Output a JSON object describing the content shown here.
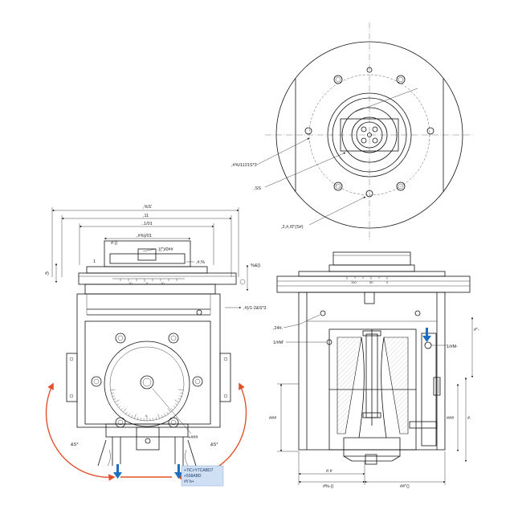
{
  "colors": {
    "ink": "#111111",
    "arrow_orange": "#e0502a",
    "pointer_blue": "#1b6fc0",
    "note_bg": "#cfe0f5"
  },
  "dimensions": {
    "top_outer": ",%S'",
    "top_second": ",11",
    "top_third": "..1/01",
    "top_plate": ",#%)/01",
    "clamp_a": "#.()",
    "clamp_b": ".)(\")/0##",
    "clamp_c": ",#,%",
    "left_small": "1",
    "left_side": "#)",
    "right_step_a": "%&()",
    "right_step_b": ",#)/1-2&S*3",
    "bottom_dim": "+###",
    "arc_left": "&S*",
    "arc_right": "&S*",
    "top_view_bolt": ",#%/1121S*3",
    "top_view_center": ",SS",
    "top_view_hole": ",2,#,/0\"(S#)",
    "side_a": ",24#.",
    "side_b": "1/#M'",
    "side_c": "1/#M-",
    "side_d": "#\"-",
    "side_left": "###",
    "side_right_a": "###",
    "side_right_b": "#.",
    "bottom_a": "#.#",
    "bottom_b": "#%-()",
    "bottom_c": "##\"()"
  },
  "scale_ticks_front": [
    "10",
    "0",
    "10"
  ],
  "scale_ticks_side": [
    "100",
    "50",
    "0"
  ],
  "dial_label": "0",
  "notes": {
    "line1": "+7IC>Y7CABD7",
    "line2": "+558ABD",
    "line3": "#!/   b+"
  },
  "icons": [
    "down-arrow-icon",
    "rotation-arc-icon"
  ]
}
